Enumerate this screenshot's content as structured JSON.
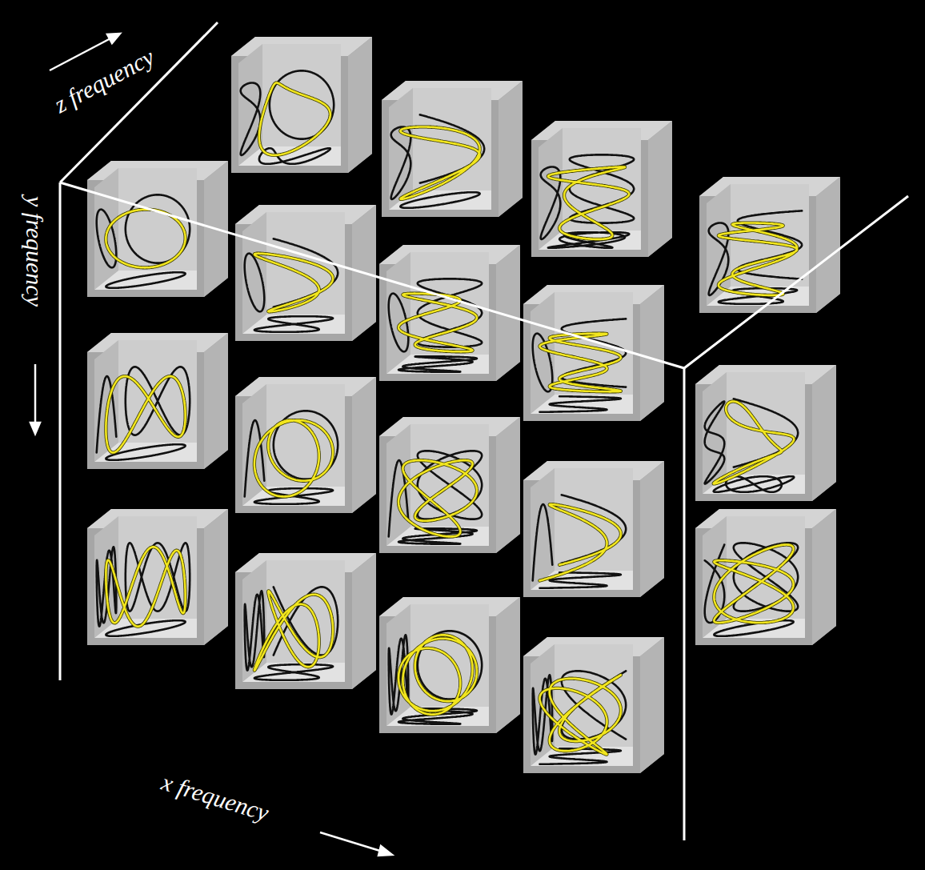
{
  "diagram": {
    "labels": [
      "z frequency",
      "y frequency",
      "x frequency"
    ]
  }
}
